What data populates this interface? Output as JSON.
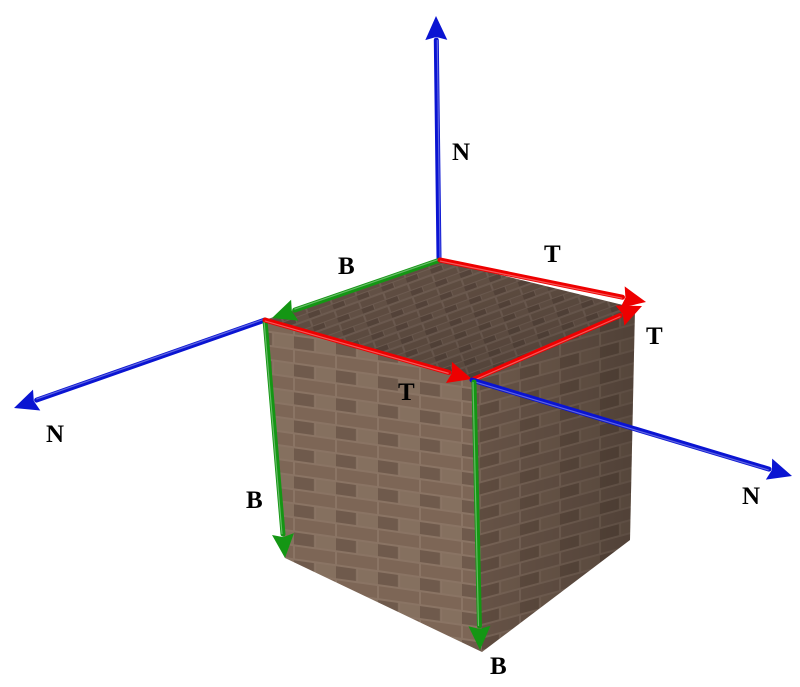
{
  "colors": {
    "tangent": "#ee0000",
    "bitangent": "#149614",
    "normal": "#0a14d2",
    "brick_dark": "#6a5547",
    "brick_light": "#8c7566",
    "mortar": "#a8988a"
  },
  "labels": {
    "top_normal": "N",
    "top_bitangent": "B",
    "top_tangent": "T",
    "right_tangent": "T",
    "front_tangent": "T",
    "left_normal": "N",
    "right_normal": "N",
    "left_bitangent": "B",
    "front_bitangent": "B"
  }
}
